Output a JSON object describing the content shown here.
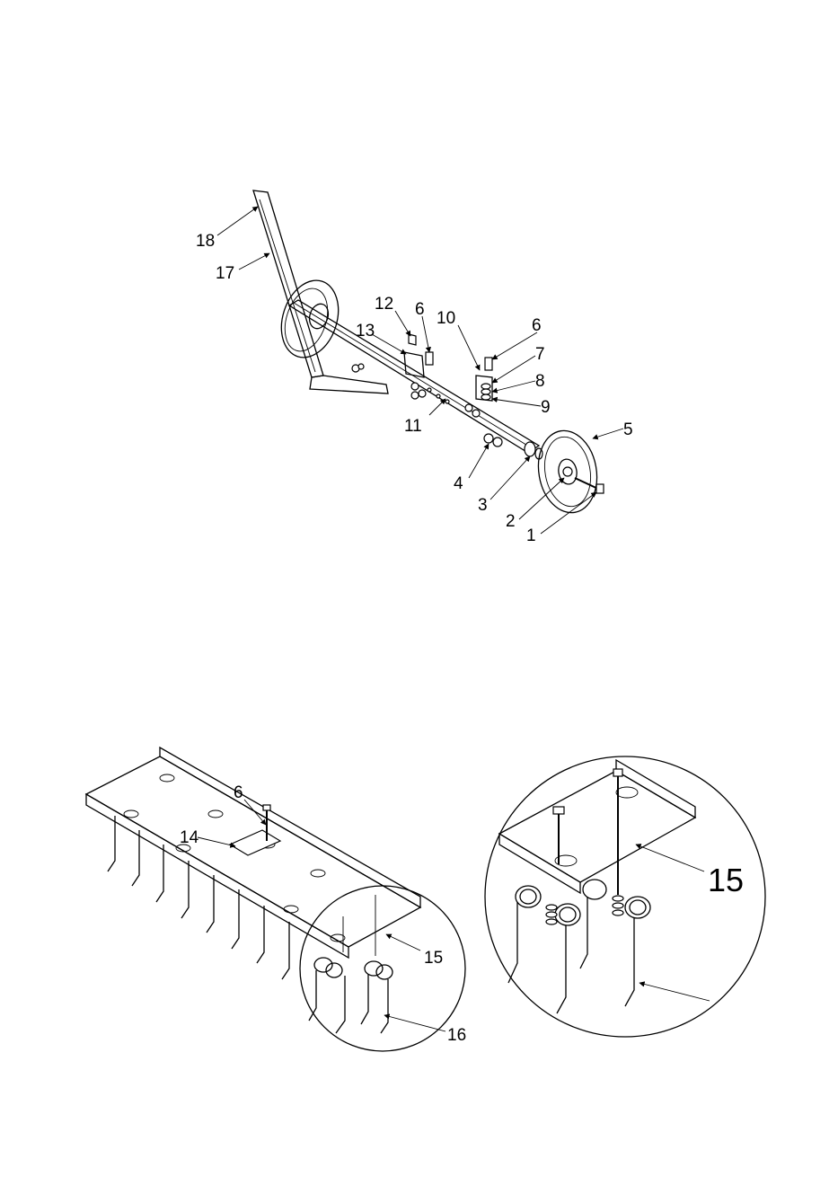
{
  "diagram": {
    "top_callouts": [
      "18",
      "17",
      "12",
      "6",
      "10",
      "6",
      "13",
      "7",
      "8",
      "9",
      "11",
      "5",
      "4",
      "3",
      "2",
      "1"
    ],
    "bottom_callouts": [
      "6",
      "14",
      "15",
      "16"
    ],
    "detail_callout": "15"
  }
}
